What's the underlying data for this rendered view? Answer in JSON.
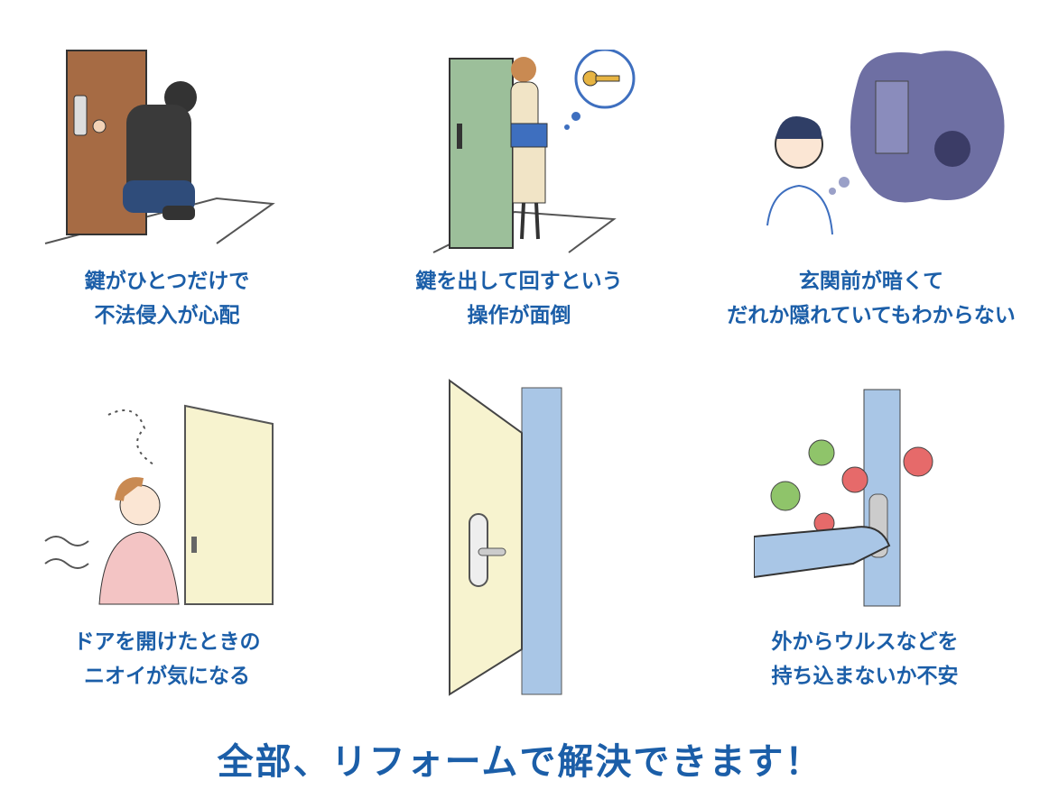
{
  "colors": {
    "text": "#1b5ea8",
    "door_brown": "#a66b44",
    "door_green": "#9cbf9a",
    "door_cream": "#f7f3cf",
    "wall_blue": "#a9c6e6"
  },
  "panels": [
    {
      "id": "single-lock",
      "icon": "burglar-picking-lock",
      "lines": [
        "鍵がひとつだけで",
        "不法侵入が心配"
      ]
    },
    {
      "id": "key-hassle",
      "icon": "woman-with-key-thought",
      "lines": [
        "鍵を出して回すという",
        "操作が面倒"
      ]
    },
    {
      "id": "dark-entrance",
      "icon": "worried-person-dark-thought",
      "lines": [
        "玄関前が暗くて",
        "だれか隠れていてもわからない"
      ]
    },
    {
      "id": "door-smell",
      "icon": "woman-covering-nose",
      "lines": [
        "ドアを開けたときの",
        "ニオイが気になる"
      ]
    },
    {
      "id": "new-door",
      "icon": "open-door-with-handle",
      "lines": []
    },
    {
      "id": "virus",
      "icon": "hand-on-handle-viruses",
      "lines": [
        "外からウルスなどを",
        "持ち込まないか不安"
      ]
    }
  ],
  "title": "全部、リフォームで解決できます！"
}
